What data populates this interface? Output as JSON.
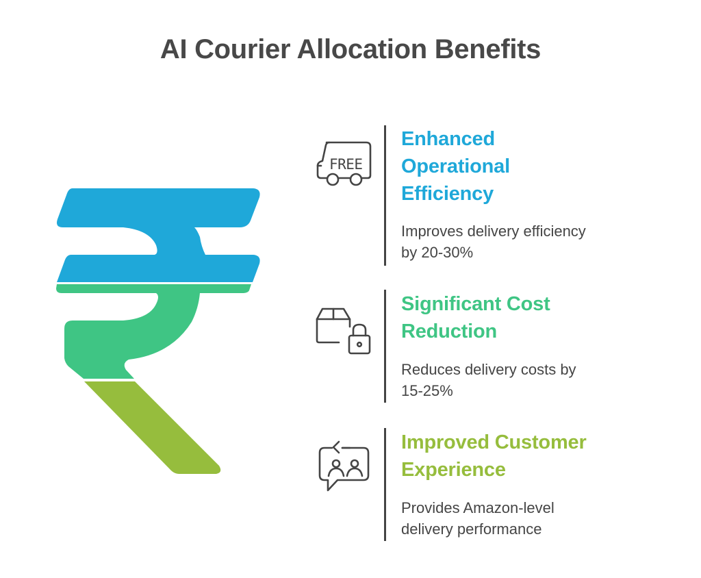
{
  "title": "AI Courier Allocation Benefits",
  "colors": {
    "blue": "#1FA8D9",
    "green": "#3FC584",
    "lime": "#96BD3D",
    "text": "#454545",
    "title": "#484848"
  },
  "graphic": {
    "icon": "rupee-symbol",
    "segments": [
      "blue",
      "green",
      "lime"
    ]
  },
  "items": [
    {
      "icon": "free-delivery-truck-icon",
      "heading_lines": [
        "Enhanced",
        "Operational",
        "Efficiency"
      ],
      "heading": "Enhanced Operational Efficiency",
      "desc_lines": [
        "Improves delivery efficiency",
        "by 20-30%"
      ],
      "color": "#1FA8D9"
    },
    {
      "icon": "box-lock-icon",
      "heading_lines": [
        "Significant Cost",
        "Reduction"
      ],
      "heading": "Significant Cost Reduction",
      "desc_lines": [
        "Reduces delivery costs by",
        "15-25%"
      ],
      "color": "#3FC584"
    },
    {
      "icon": "customer-chat-exchange-icon",
      "heading_lines": [
        "Improved Customer",
        "Experience"
      ],
      "heading": "Improved Customer Experience",
      "desc_lines": [
        "Provides Amazon-level",
        "delivery performance"
      ],
      "color": "#96BD3D"
    }
  ]
}
